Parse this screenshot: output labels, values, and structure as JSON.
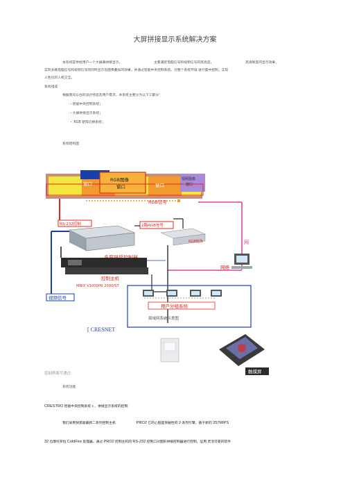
{
  "doc": {
    "title": "大屏拼接显示系统解决方案",
    "intro_line1_a": "本系统提供给用户一个大屏幕拼接显示，",
    "intro_line1_b": "主要满足电脑信号和视频信号的高亮度，",
    "intro_line1_c": "高清晰度的显示效果，",
    "intro_line2": "实现多路电脑信号和视频信号的同时显示及图像叠加的效果，并通过智能中央控制系统，对整个系统环境 进行集中控制，实现",
    "intro_line3": "人性化的人机交互。",
    "heading_composition": "系统组成",
    "composition_intro": "根据我司以往的设计经验及用户需求，本系统主要分为以下三部分：",
    "items": [
      "・智能中央控制系统；",
      "・大屏拼接显示系统；",
      "・ RGB 矩阵切换系统；"
    ],
    "heading_structure": "系统结构图",
    "caption_interface": "控制界面可通过",
    "heading_function": "系统功能",
    "func_title_brand": "CRESTRO",
    "func_title_rest": " 智能中央控制系统  1 、拼接显示系统的控制",
    "func_line1_a": "我们采用快思聪最新二系列控制主机",
    "func_line1_b": "PRO2",
    "func_line1_c": " 它的心脏是突破性的 ",
    "func_line1_d": "2",
    "func_line1_e": "-系列引擎，基于新的 ",
    "func_line1_f": "257MIPS",
    "func_line2_a": "32",
    "func_line2_b": " 位摩托罗拉 ",
    "func_line2_c": "ColdFire",
    "func_line2_d": " 处理器，通过 ",
    "func_line2_e": "PRO2",
    "func_line2_f": " 控制主机的 ",
    "func_line2_g": "RS-232",
    "func_line2_h": " 控制口对图形拼接控制器进行控制，运用 灵活可靠的软件"
  },
  "diagram": {
    "win1": "窗口",
    "win2": "RGB图像\n窗口",
    "win3": "窗口",
    "win4": "视频图像\n窗口",
    "rgb_in": "RGB信号",
    "rs232": "RS-232控制",
    "rgb_signal": "2路RGB信号",
    "rgb_matrix": "RGB矩阵",
    "multi_ctrl": "多屏拼接控制器",
    "ctrl_host": "控制主机",
    "host_model": "MNIX  V1000PR 2000/ST",
    "net": "网络",
    "net2": "网",
    "video": "视频信号",
    "user_group": "用户分组系统",
    "network_label": "局域网系统示意图",
    "crestnet": "[ CRESNET",
    "touch": "触摸屏",
    "colors": {
      "red": "#e0281e",
      "blue": "#1a3fa8",
      "pink": "#d9449b",
      "orange": "#f29a2e",
      "yellow": "#f4e640",
      "violet": "#a98ad8"
    }
  }
}
